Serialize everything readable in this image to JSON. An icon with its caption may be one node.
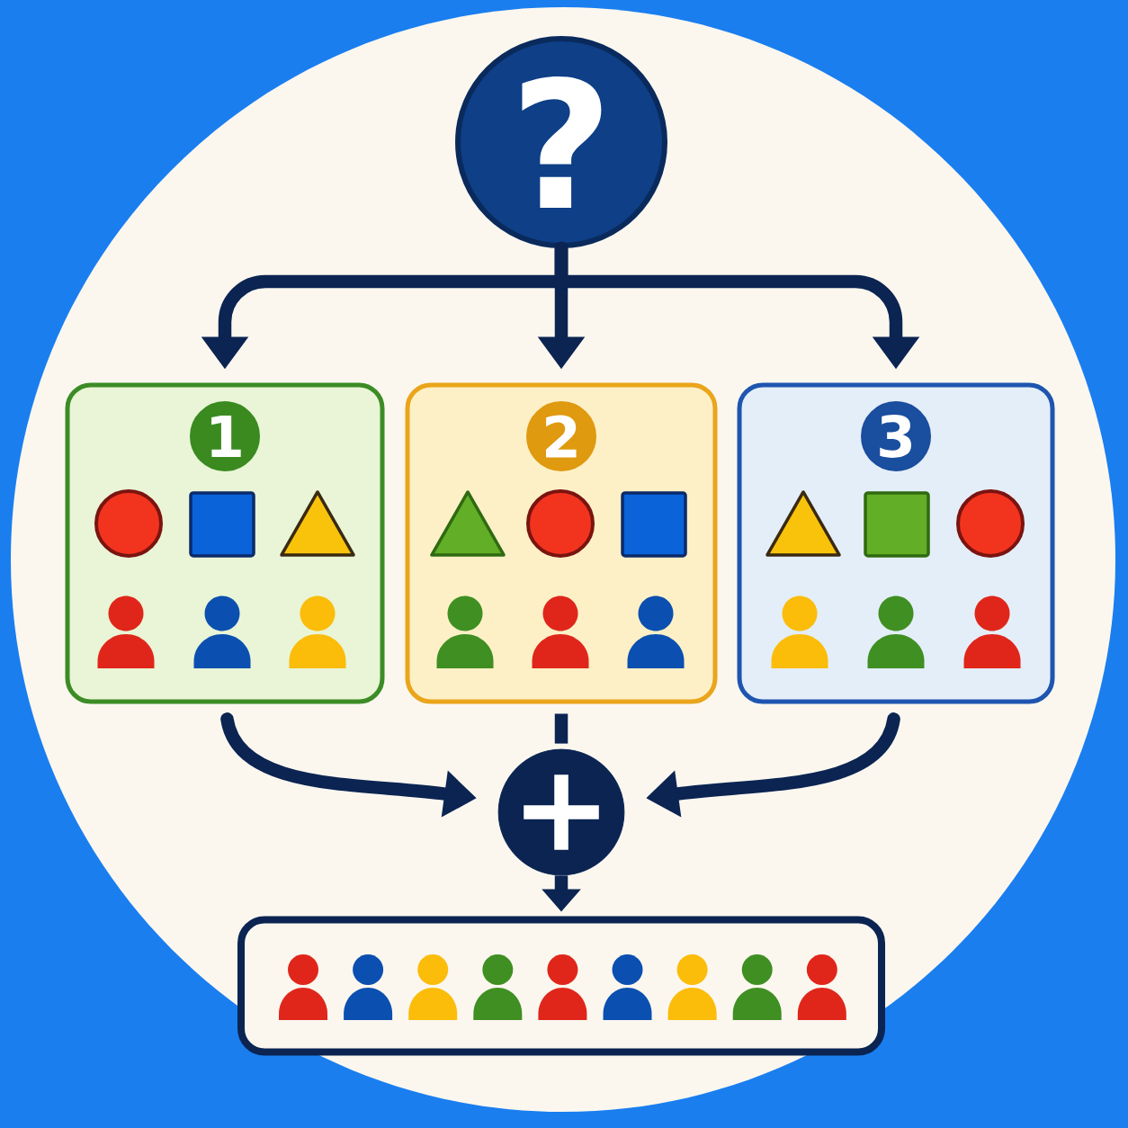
{
  "diagram": {
    "nodes": [
      {
        "text": [
          "?"
        ]
      },
      {
        "text": [],
        "shape": "box"
      },
      {
        "text": [
          "1"
        ],
        "in": 1
      },
      {
        "text": [],
        "shape": "box"
      },
      {
        "text": [
          "2"
        ],
        "in": 3
      },
      {
        "text": [],
        "shape": "box"
      },
      {
        "text": [
          "3"
        ],
        "in": 5
      },
      {
        "text": [
          "+"
        ]
      },
      {
        "text": [],
        "shape": "box"
      }
    ],
    "edges": [
      {
        "from": 0,
        "to": 1,
        "arrow": "to"
      },
      {
        "from": 0,
        "to": 3,
        "arrow": "to"
      },
      {
        "from": 0,
        "to": 5,
        "arrow": "to"
      },
      {
        "from": 1,
        "to": 7,
        "arrow": "to"
      },
      {
        "from": 3,
        "to": 7,
        "arrow": "none"
      },
      {
        "from": 5,
        "to": 7,
        "arrow": "to"
      },
      {
        "from": 7,
        "to": 8,
        "arrow": "to"
      }
    ]
  }
}
